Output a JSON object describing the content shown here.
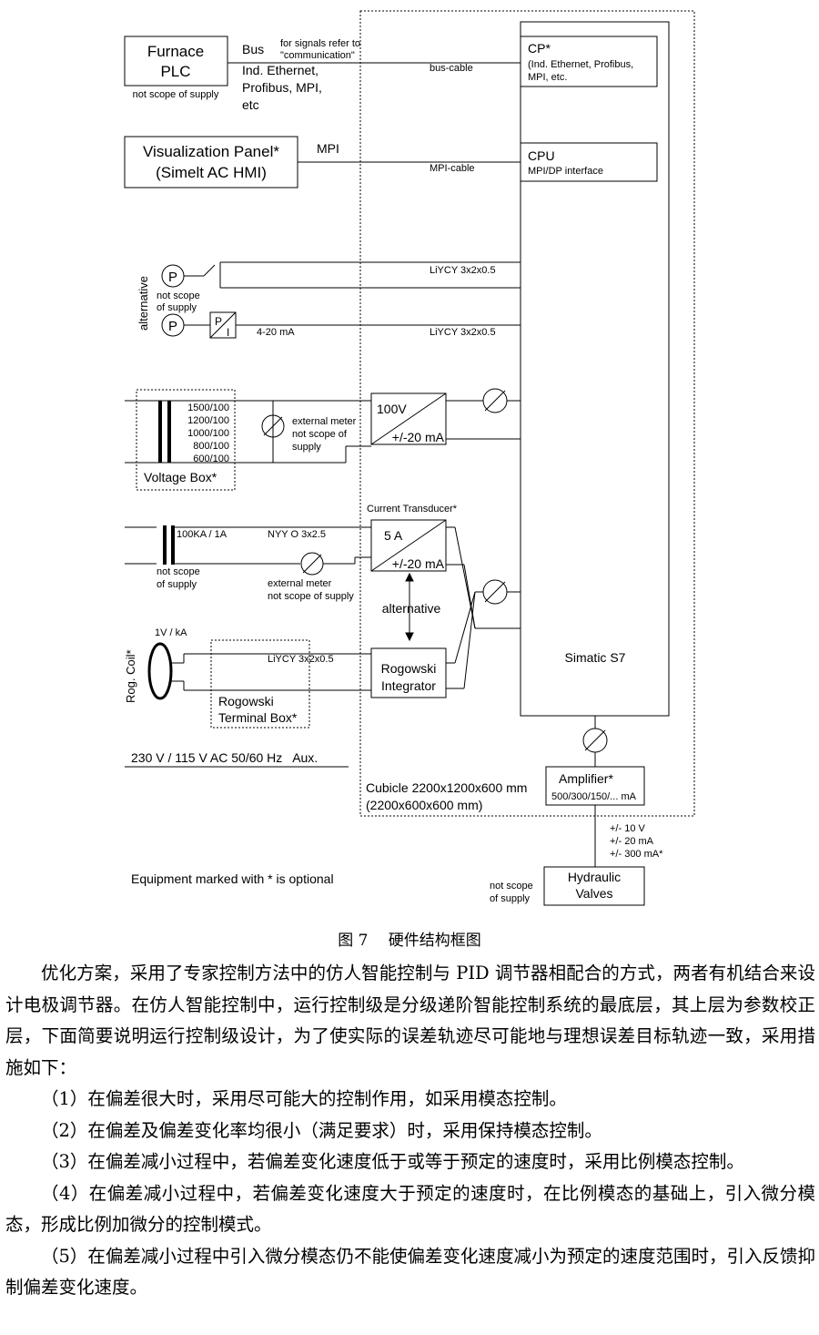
{
  "diagram": {
    "furnace_plc": {
      "line1": "Furnace",
      "line2": "PLC",
      "note": "not scope of supply"
    },
    "bus": {
      "label": "Bus",
      "signals_note_1": "for signals refer to",
      "signals_note_2": "\"communication\"",
      "types_1": "Ind. Ethernet,",
      "types_2": "Profibus, MPI,",
      "types_3": "etc",
      "cable": "bus-cable"
    },
    "cp": {
      "title": "CP*",
      "line1": "(Ind. Ethernet, Profibus,",
      "line2": "MPI, etc."
    },
    "visualization": {
      "line1": "Visualization Panel*",
      "line2": "(Simelt AC HMI)",
      "mpi": "MPI",
      "cable": "MPI-cable"
    },
    "cpu": {
      "title": "CPU",
      "subtitle": "MPI/DP interface"
    },
    "pressure": {
      "alternative": "alternative",
      "p_symbol": "P",
      "not_scope_1": "not scope",
      "not_scope_2": "of supply",
      "converter_top": "P",
      "converter_bottom": "I",
      "signal": "4-20 mA",
      "cable1": "LiYCY 3x2x0.5",
      "cable2": "LiYCY 3x2x0.5"
    },
    "voltage_box": {
      "ratios": [
        "1500/100",
        "1200/100",
        "1000/100",
        "800/100",
        "600/100"
      ],
      "label": "Voltage Box*",
      "meter_1": "external meter",
      "meter_2": "not scope of",
      "meter_3": "supply",
      "transducer_top": "100V",
      "transducer_bottom": "+/-20 mA"
    },
    "current": {
      "transducer_title": "Current Transducer*",
      "ratio": "100KA / 1A",
      "cable": "NYY O 3x2.5",
      "not_scope_1": "not scope",
      "not_scope_2": "of supply",
      "meter_1": "external meter",
      "meter_2": "not scope of supply",
      "transducer_top": "5 A",
      "transducer_bottom": "+/-20 mA",
      "alternative": "alternative"
    },
    "rogowski": {
      "coil_label": "Rog. Coil*",
      "coil_ratio": "1V / kA",
      "cable": "LiYCY 3x2x0.5",
      "terminal_1": "Rogowski",
      "terminal_2": "Terminal Box*",
      "integrator_1": "Rogowski",
      "integrator_2": "Integrator"
    },
    "simatic": "Simatic S7",
    "aux": "230 V / 115 V AC 50/60 Hz   Aux.",
    "cubicle_1": "Cubicle 2200x1200x600 mm",
    "cubicle_2": "(2200x600x600 mm)",
    "amplifier": {
      "title": "Amplifier*",
      "subtitle": "500/300/150/... mA"
    },
    "outputs": [
      "+/- 10 V",
      "+/- 20 mA",
      "+/- 300 mA*"
    ],
    "hydraulic": {
      "line1": "Hydraulic",
      "line2": "Valves",
      "note_1": "not scope",
      "note_2": "of supply"
    },
    "optional_note": "Equipment marked with * is optional"
  },
  "caption": "图 7　 硬件结构框图",
  "paragraphs": [
    "优化方案，采用了专家控制方法中的仿人智能控制与 PID 调节器相配合的方式，两者有机结合来设计电极调节器。在仿人智能控制中，运行控制级是分级递阶智能控制系统的最底层，其上层为参数校正层，下面简要说明运行控制级设计，为了使实际的误差轨迹尽可能地与理想误差目标轨迹一致，采用措施如下：",
    "（1）在偏差很大时，采用尽可能大的控制作用，如采用模态控制。",
    "（2）在偏差及偏差变化率均很小（满足要求）时，采用保持模态控制。",
    "（3）在偏差减小过程中，若偏差变化速度低于或等于预定的速度时，采用比例模态控制。",
    "（4）在偏差减小过程中，若偏差变化速度大于预定的速度时，在比例模态的基础上，引入微分模态，形成比例加微分的控制模式。",
    "（5）在偏差减小过程中引入微分模态仍不能使偏差变化速度减小为预定的速度范围时，引入反馈抑制偏差变化速度。"
  ]
}
